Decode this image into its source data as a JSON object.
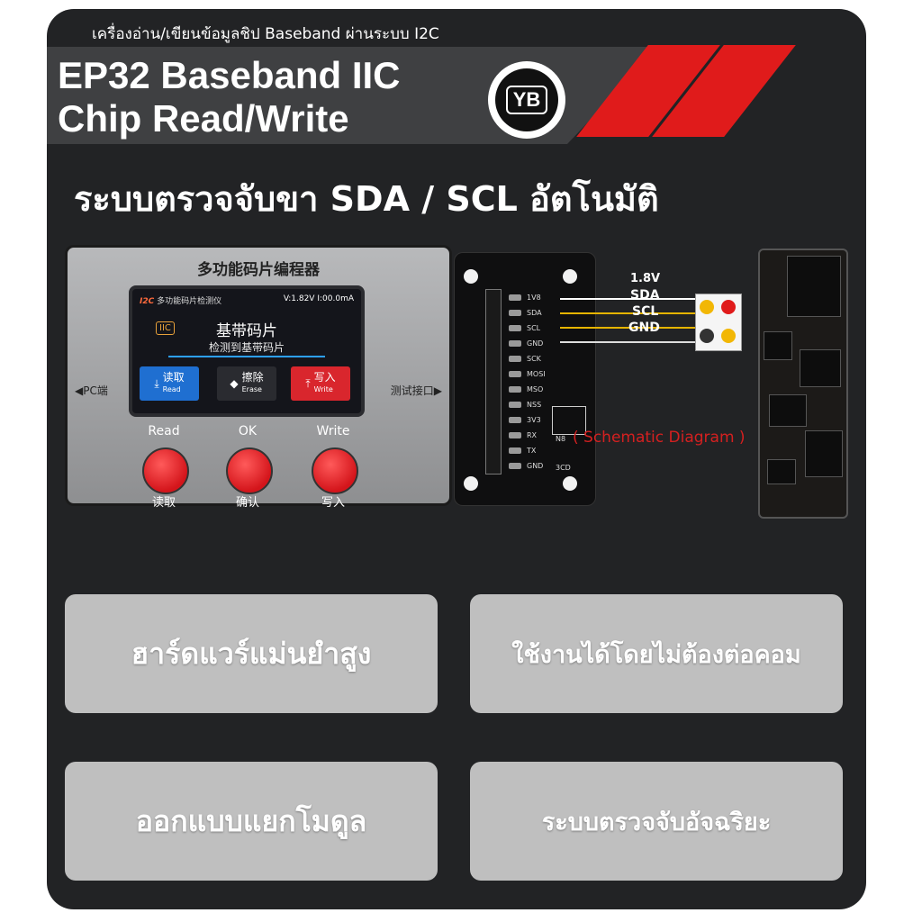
{
  "header": {
    "subtitle": "เครื่องอ่าน/เขียนข้อมูลชิป Baseband ผ่านระบบ I2C",
    "title_line1": "EP32 Baseband IIC",
    "title_line2": "Chip Read/Write",
    "logo_text": "YB",
    "accent_color": "#e01b1b"
  },
  "headline": "ระบบตรวจจับขา SDA / SCL อัตโนมัติ",
  "device": {
    "title": "多功能码片编程器",
    "screen": {
      "brand": "I2C",
      "subtitle": "多功能码片检测仪",
      "voltage": "V:1.82V",
      "current": "I:00.0mA",
      "badge": "IIC",
      "main_text": "基带码片",
      "detect_text": "检测到基带码片",
      "buttons": [
        {
          "cn": "读取",
          "en": "Read"
        },
        {
          "cn": "擦除",
          "en": "Erase"
        },
        {
          "cn": "写入",
          "en": "Write"
        }
      ]
    },
    "left_port": "◀PC端",
    "right_port": "测试接口▶",
    "physical_buttons": [
      {
        "en": "Read",
        "cn": "读取"
      },
      {
        "en": "OK",
        "cn": "确认"
      },
      {
        "en": "Write",
        "cn": "写入"
      }
    ]
  },
  "adapter": {
    "pins": [
      "1V8",
      "SDA",
      "SCL",
      "GND",
      "SCK",
      "MOSI",
      "MSO",
      "NSS",
      "3V3",
      "RX",
      "TX",
      "GND"
    ],
    "chip_label": "N8",
    "chip_sub": "3CD"
  },
  "wires": {
    "labels": [
      "1.8V",
      "SDA",
      "SCL",
      "GND"
    ],
    "schematic_label": "( Schematic Diagram )"
  },
  "features": [
    "ฮาร์ดแวร์แม่นยำสูง",
    "ใช้งานได้โดยไม่ต้องต่อคอม",
    "ออกแบบแยกโมดูล",
    "ระบบตรวจจับอัจฉริยะ"
  ]
}
